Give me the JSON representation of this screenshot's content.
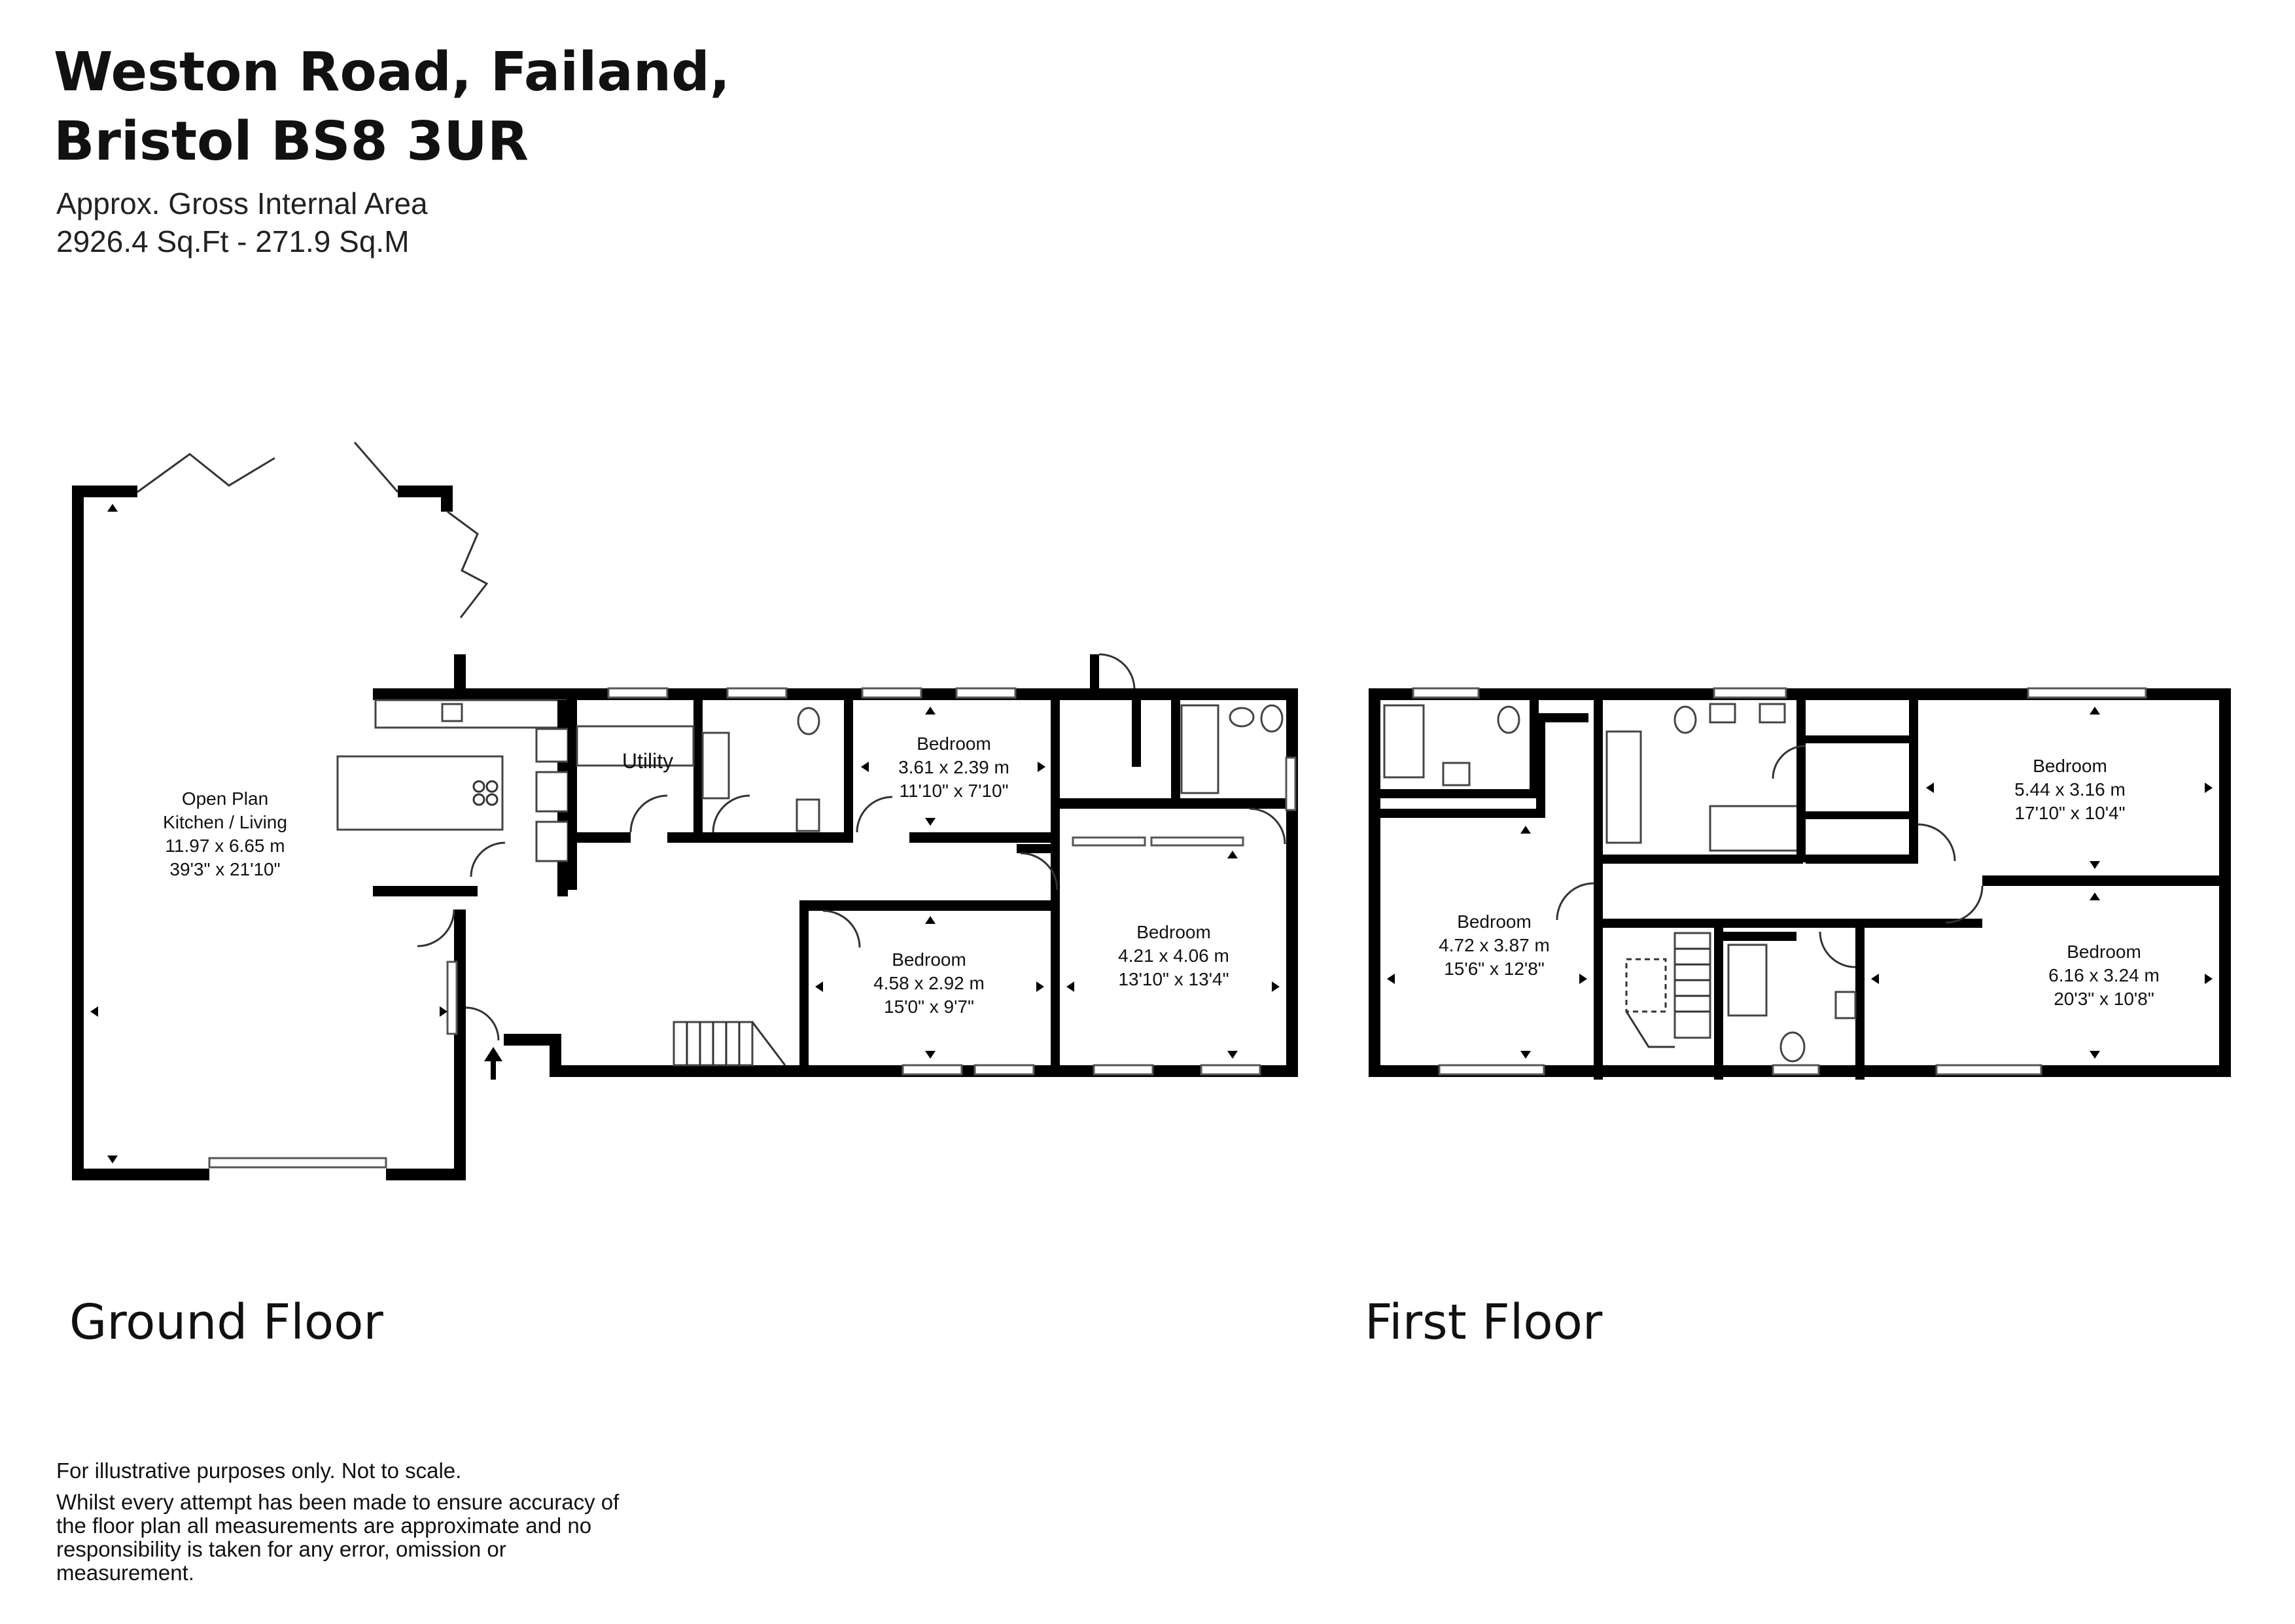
{
  "header": {
    "title_line1": "Weston Road, Failand,",
    "title_line2": "Bristol BS8 3UR",
    "area_label": "Approx. Gross Internal Area",
    "area_value": "2926.4 Sq.Ft - 271.9 Sq.M"
  },
  "floors": {
    "ground_label": "Ground Floor",
    "first_label": "First Floor"
  },
  "rooms": {
    "open_plan": {
      "name1": "Open Plan",
      "name2": "Kitchen / Living",
      "metric": "11.97 x 6.65 m",
      "imperial": "39'3\" x 21'10\""
    },
    "utility": {
      "name": "Utility"
    },
    "g_bed_top": {
      "name": "Bedroom",
      "metric": "3.61 x 2.39 m",
      "imperial": "11'10\" x 7'10\""
    },
    "g_bed_mid": {
      "name": "Bedroom",
      "metric": "4.58 x 2.92 m",
      "imperial": "15'0\" x 9'7\""
    },
    "g_bed_right": {
      "name": "Bedroom",
      "metric": "4.21 x 4.06 m",
      "imperial": "13'10\" x 13'4\""
    },
    "f_bed_left": {
      "name": "Bedroom",
      "metric": "4.72 x 3.87 m",
      "imperial": "15'6\" x 12'8\""
    },
    "f_bed_top_right": {
      "name": "Bedroom",
      "metric": "5.44 x 3.16 m",
      "imperial": "17'10\" x 10'4\""
    },
    "f_bed_bottom_right": {
      "name": "Bedroom",
      "metric": "6.16 x 3.24 m",
      "imperial": "20'3\" x 10'8\""
    }
  },
  "disclaimer": {
    "line1": "For illustrative purposes only. Not to scale.",
    "line2": "Whilst every attempt has been made to ensure accuracy of the floor plan all measurements are approximate and no responsibility is taken for any error, omission or measurement."
  }
}
